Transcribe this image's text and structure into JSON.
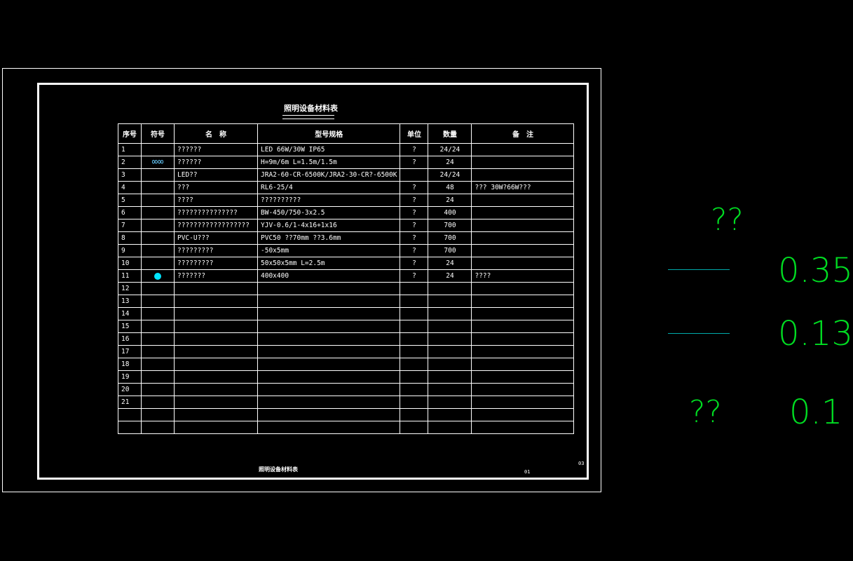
{
  "drawing": {
    "table_title": "照明设备材料表",
    "footer_title": "照明设备材料表",
    "footer_num": "01",
    "sheet_num": "03"
  },
  "table": {
    "headers": [
      "序号",
      "符号",
      "名　称",
      "型号规格",
      "单位",
      "数量",
      "备　注"
    ],
    "rows": [
      {
        "no": "1",
        "sym": "",
        "name": "??????",
        "spec": "LED  66W/30W  IP65",
        "unit": "?",
        "qty": "24/24",
        "note": ""
      },
      {
        "no": "2",
        "sym": "∞∞",
        "name": "??????",
        "spec": "H=9m/6m  L=1.5m/1.5m",
        "unit": "?",
        "qty": "24",
        "note": ""
      },
      {
        "no": "3",
        "sym": "",
        "name": "LED??",
        "spec": "JRA2-60-CR-6500K/JRA2-30-CR?-6500K",
        "unit": "",
        "qty": "24/24",
        "note": ""
      },
      {
        "no": "4",
        "sym": "",
        "name": "???",
        "spec": "RL6-25/4",
        "unit": "?",
        "qty": "48",
        "note": "??? 30W?66W???"
      },
      {
        "no": "5",
        "sym": "",
        "name": "????",
        "spec": "??????????",
        "unit": "?",
        "qty": "24",
        "note": ""
      },
      {
        "no": "6",
        "sym": "",
        "name": "???????????????",
        "spec": "BW-450/750-3x2.5",
        "unit": "?",
        "qty": "400",
        "note": ""
      },
      {
        "no": "7",
        "sym": "",
        "name": "??????????????????",
        "spec": "YJV-0.6/1-4x16+1x16",
        "unit": "?",
        "qty": "700",
        "note": ""
      },
      {
        "no": "8",
        "sym": "",
        "name": "PVC-U???",
        "spec": "PVC50  ??70mm ??3.6mm",
        "unit": "?",
        "qty": "700",
        "note": ""
      },
      {
        "no": "9",
        "sym": "",
        "name": "?????????",
        "spec": "-50x5mm",
        "unit": "?",
        "qty": "700",
        "note": ""
      },
      {
        "no": "10",
        "sym": "",
        "name": "?????????",
        "spec": "50x50x5mm  L=2.5m",
        "unit": "?",
        "qty": "24",
        "note": ""
      },
      {
        "no": "11",
        "sym": "dot",
        "name": "???????",
        "spec": "400x400",
        "unit": "?",
        "qty": "24",
        "note": "????"
      },
      {
        "no": "12",
        "sym": "",
        "name": "",
        "spec": "",
        "unit": "",
        "qty": "",
        "note": ""
      },
      {
        "no": "13",
        "sym": "",
        "name": "",
        "spec": "",
        "unit": "",
        "qty": "",
        "note": ""
      },
      {
        "no": "14",
        "sym": "",
        "name": "",
        "spec": "",
        "unit": "",
        "qty": "",
        "note": ""
      },
      {
        "no": "15",
        "sym": "",
        "name": "",
        "spec": "",
        "unit": "",
        "qty": "",
        "note": ""
      },
      {
        "no": "16",
        "sym": "",
        "name": "",
        "spec": "",
        "unit": "",
        "qty": "",
        "note": ""
      },
      {
        "no": "17",
        "sym": "",
        "name": "",
        "spec": "",
        "unit": "",
        "qty": "",
        "note": ""
      },
      {
        "no": "18",
        "sym": "",
        "name": "",
        "spec": "",
        "unit": "",
        "qty": "",
        "note": ""
      },
      {
        "no": "19",
        "sym": "",
        "name": "",
        "spec": "",
        "unit": "",
        "qty": "",
        "note": ""
      },
      {
        "no": "20",
        "sym": "",
        "name": "",
        "spec": "",
        "unit": "",
        "qty": "",
        "note": ""
      },
      {
        "no": "21",
        "sym": "",
        "name": "",
        "spec": "",
        "unit": "",
        "qty": "",
        "note": ""
      },
      {
        "no": "",
        "sym": "",
        "name": "",
        "spec": "",
        "unit": "",
        "qty": "",
        "note": ""
      },
      {
        "no": "",
        "sym": "",
        "name": "",
        "spec": "",
        "unit": "",
        "qty": "",
        "note": ""
      }
    ]
  },
  "side_legend": {
    "label_top": "??",
    "value_1": "0.35",
    "value_2": "0.13",
    "label_bottom": "??",
    "value_3": "0.1"
  },
  "colors": {
    "background": "#000000",
    "lines": "#ffffff",
    "legend_text": "#00dd22",
    "legend_line": "#00aaaa",
    "symbol_cyan": "#00e5ff"
  }
}
